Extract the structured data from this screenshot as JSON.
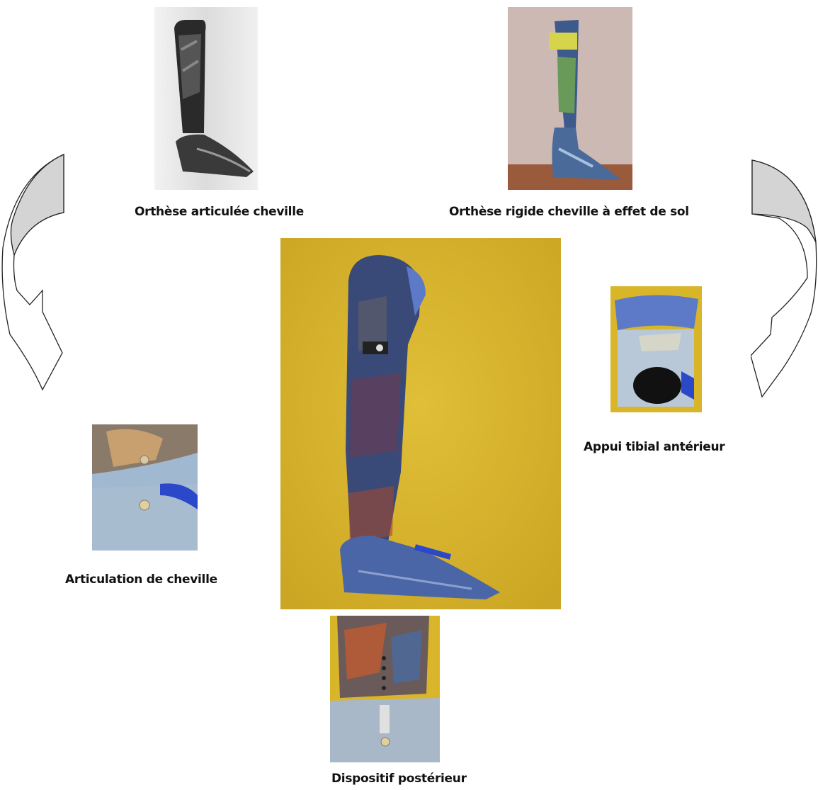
{
  "captions": {
    "articulated": "Orthèse articulée  cheville",
    "rigid": "Orthèse rigide cheville à effet de sol",
    "tibial": "Appui tibial antérieur",
    "ankle_joint": "Articulation de cheville",
    "posterior": "Dispositif postérieur"
  },
  "photos": {
    "articulated": "photo of articulated ankle-foot orthosis (black and white)",
    "rigid": "photo of rigid ground-reaction ankle-foot orthosis",
    "main": "photo of combined orthosis on yellow background",
    "tibial": "close-up of anterior tibial support",
    "ankle_joint": "close-up of ankle joint hinge",
    "posterior": "close-up of posterior device"
  },
  "colors": {
    "yellow_bg": "#d9b52a",
    "orthosis_blue": "#3d5aa8",
    "arrow_fill": "#d4d4d4"
  }
}
